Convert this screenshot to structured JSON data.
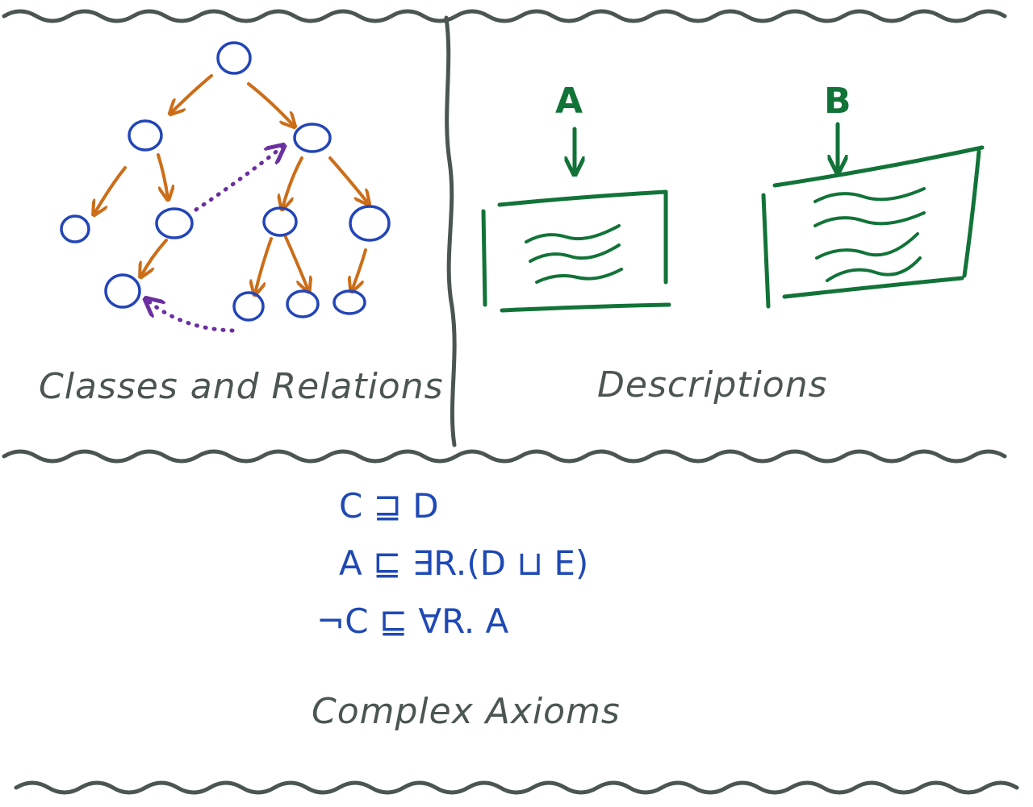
{
  "colors": {
    "border": "#4b5553",
    "node": "#2345b8",
    "edge": "#cc6d18",
    "relation": "#6b2fa0",
    "description": "#127338",
    "formula": "#1f49b5",
    "caption": "#4b5553"
  },
  "panels": {
    "classes": {
      "caption": "Classes and Relations"
    },
    "descriptions": {
      "caption": "Descriptions",
      "label_a": "A",
      "label_b": "B"
    },
    "axioms": {
      "caption": "Complex Axioms",
      "lines": [
        "C ⊒ D",
        "A ⊑ ∃R.(D ⊔ E)",
        "¬C ⊑ ∀R. A"
      ]
    }
  }
}
